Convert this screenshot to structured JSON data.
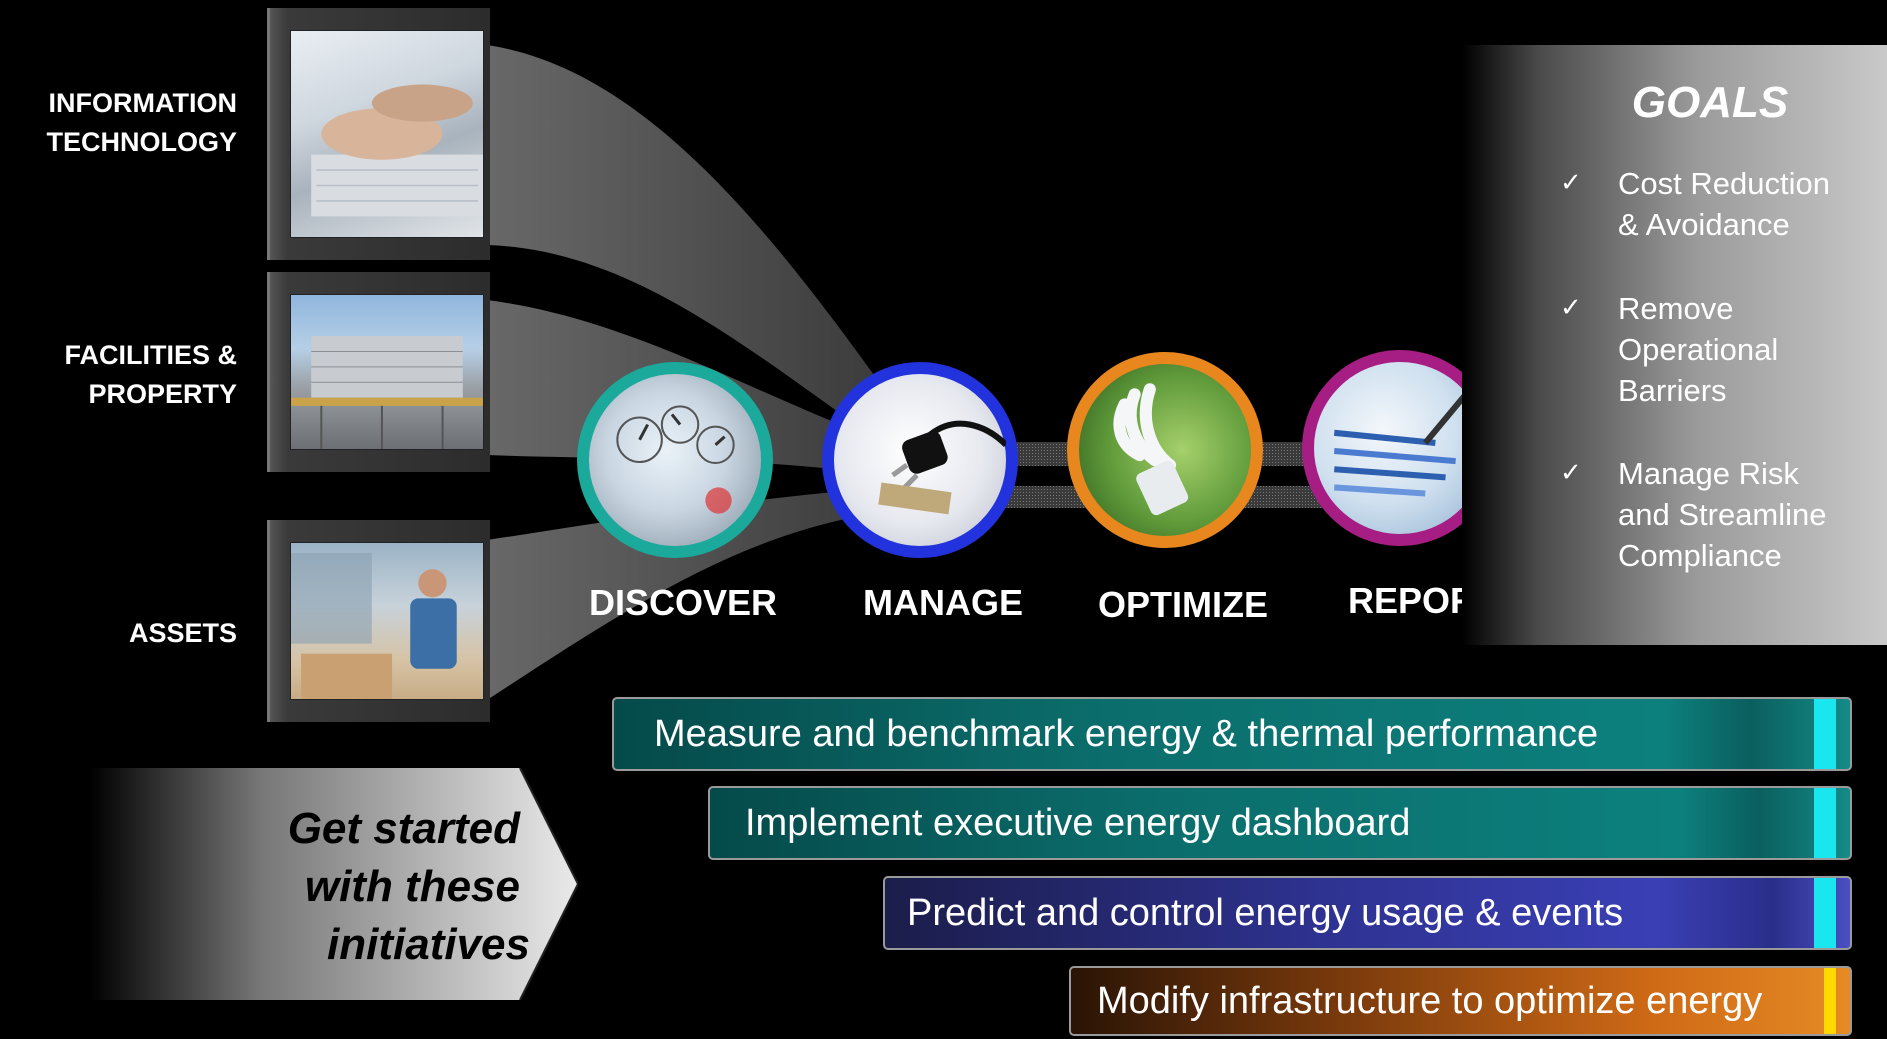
{
  "categories": [
    {
      "label": "INFORMATION\nTECHNOLOGY",
      "image": "person-typing-laptop"
    },
    {
      "label": "FACILITIES &\nPROPERTY",
      "image": "cooling-tower-facility"
    },
    {
      "label": "ASSETS",
      "image": "warehouse-worker"
    }
  ],
  "stages": [
    {
      "label": "DISCOVER",
      "ring_color": "#1aa99a",
      "image": "utility-meter"
    },
    {
      "label": "MANAGE",
      "ring_color": "#2233dd",
      "image": "power-plug"
    },
    {
      "label": "OPTIMIZE",
      "ring_color": "#e8871e",
      "image": "cfl-bulb"
    },
    {
      "label": "REPORT",
      "ring_color": "#a61e83",
      "image": "chart-report"
    }
  ],
  "goals": {
    "title": "GOALS",
    "items": [
      {
        "text": "Cost Reduction\n& Avoidance"
      },
      {
        "text": "Remove\nOperational\nBarriers"
      },
      {
        "text": "Manage Risk\nand Streamline\nCompliance"
      }
    ]
  },
  "initiatives": [
    {
      "text": "Measure and benchmark energy & thermal performance",
      "color": "#0f7a78"
    },
    {
      "text": "Implement executive energy dashboard",
      "color": "#0f7a78"
    },
    {
      "text": "Predict and control energy usage & events",
      "color": "#3b3fb0"
    },
    {
      "text": "Modify infrastructure to optimize energy",
      "color": "#d2701a"
    }
  ],
  "cta": {
    "lines": [
      "Get started",
      "with these",
      "initiatives"
    ]
  },
  "colors": {
    "teal_end": "#19e6ee",
    "yellow_end": "#ffd800"
  }
}
